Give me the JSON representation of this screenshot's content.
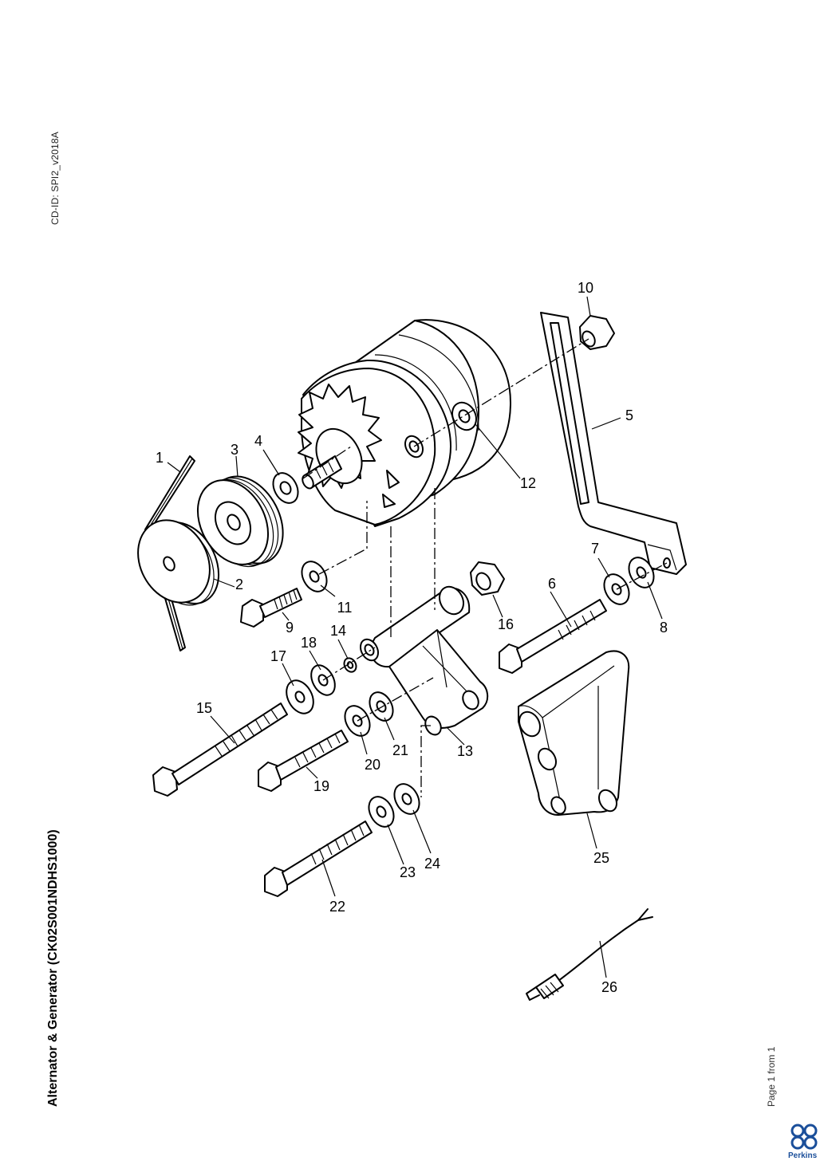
{
  "header": {
    "cd_id": "CD-ID: SPI2_v2018A"
  },
  "title": "Alternator & Generator (CK02S001NDHS1000)",
  "footer": {
    "page": "Page 1 from 1",
    "brand": "Perkins"
  },
  "icons": {
    "logo": "perkins-logo"
  },
  "diagram": {
    "part_numbers": [
      "1",
      "2",
      "3",
      "4",
      "5",
      "6",
      "7",
      "8",
      "9",
      "10",
      "11",
      "12",
      "13",
      "14",
      "15",
      "16",
      "17",
      "18",
      "19",
      "20",
      "21",
      "22",
      "23",
      "24",
      "25",
      "26"
    ]
  }
}
